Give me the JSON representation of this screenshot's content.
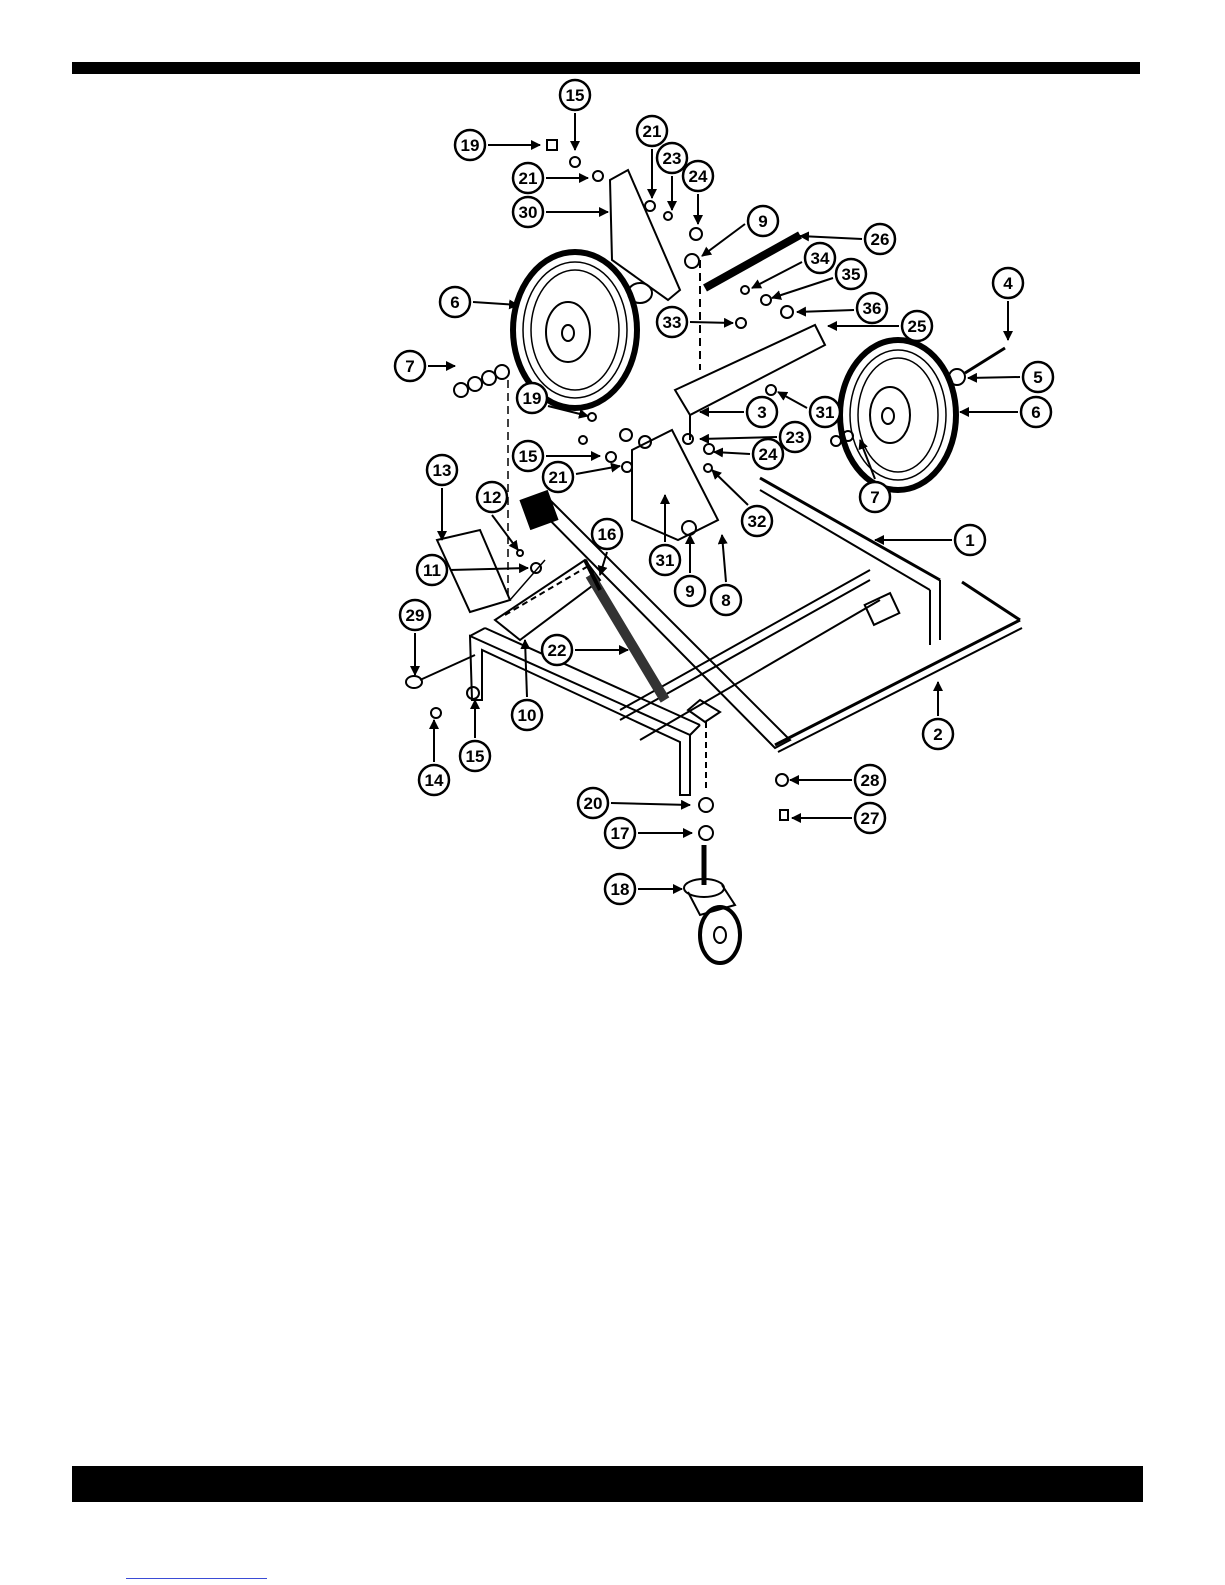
{
  "diagram": {
    "callouts": [
      {
        "id": "c19a",
        "label": "19"
      },
      {
        "id": "c15a",
        "label": "15"
      },
      {
        "id": "c21a",
        "label": "21"
      },
      {
        "id": "c30",
        "label": "30"
      },
      {
        "id": "c21b",
        "label": "21"
      },
      {
        "id": "c23a",
        "label": "23"
      },
      {
        "id": "c24a",
        "label": "24"
      },
      {
        "id": "c9a",
        "label": "9"
      },
      {
        "id": "c26",
        "label": "26"
      },
      {
        "id": "c34",
        "label": "34"
      },
      {
        "id": "c35",
        "label": "35"
      },
      {
        "id": "c36",
        "label": "36"
      },
      {
        "id": "c4",
        "label": "4"
      },
      {
        "id": "c6a",
        "label": "6"
      },
      {
        "id": "c33",
        "label": "33"
      },
      {
        "id": "c25",
        "label": "25"
      },
      {
        "id": "c7a",
        "label": "7"
      },
      {
        "id": "c5",
        "label": "5"
      },
      {
        "id": "c3",
        "label": "3"
      },
      {
        "id": "c31a",
        "label": "31"
      },
      {
        "id": "c6b",
        "label": "6"
      },
      {
        "id": "c19b",
        "label": "19"
      },
      {
        "id": "c23b",
        "label": "23"
      },
      {
        "id": "c15b",
        "label": "15"
      },
      {
        "id": "c24b",
        "label": "24"
      },
      {
        "id": "c21c",
        "label": "21"
      },
      {
        "id": "c7b",
        "label": "7"
      },
      {
        "id": "c13",
        "label": "13"
      },
      {
        "id": "c12",
        "label": "12"
      },
      {
        "id": "c32",
        "label": "32"
      },
      {
        "id": "c16",
        "label": "16"
      },
      {
        "id": "c1",
        "label": "1"
      },
      {
        "id": "c11",
        "label": "11"
      },
      {
        "id": "c31b",
        "label": "31"
      },
      {
        "id": "c9b",
        "label": "9"
      },
      {
        "id": "c8",
        "label": "8"
      },
      {
        "id": "c29",
        "label": "29"
      },
      {
        "id": "c22",
        "label": "22"
      },
      {
        "id": "c10",
        "label": "10"
      },
      {
        "id": "c2",
        "label": "2"
      },
      {
        "id": "c15c",
        "label": "15"
      },
      {
        "id": "c14",
        "label": "14"
      },
      {
        "id": "c28",
        "label": "28"
      },
      {
        "id": "c20",
        "label": "20"
      },
      {
        "id": "c27",
        "label": "27"
      },
      {
        "id": "c17",
        "label": "17"
      },
      {
        "id": "c18",
        "label": "18"
      }
    ]
  }
}
